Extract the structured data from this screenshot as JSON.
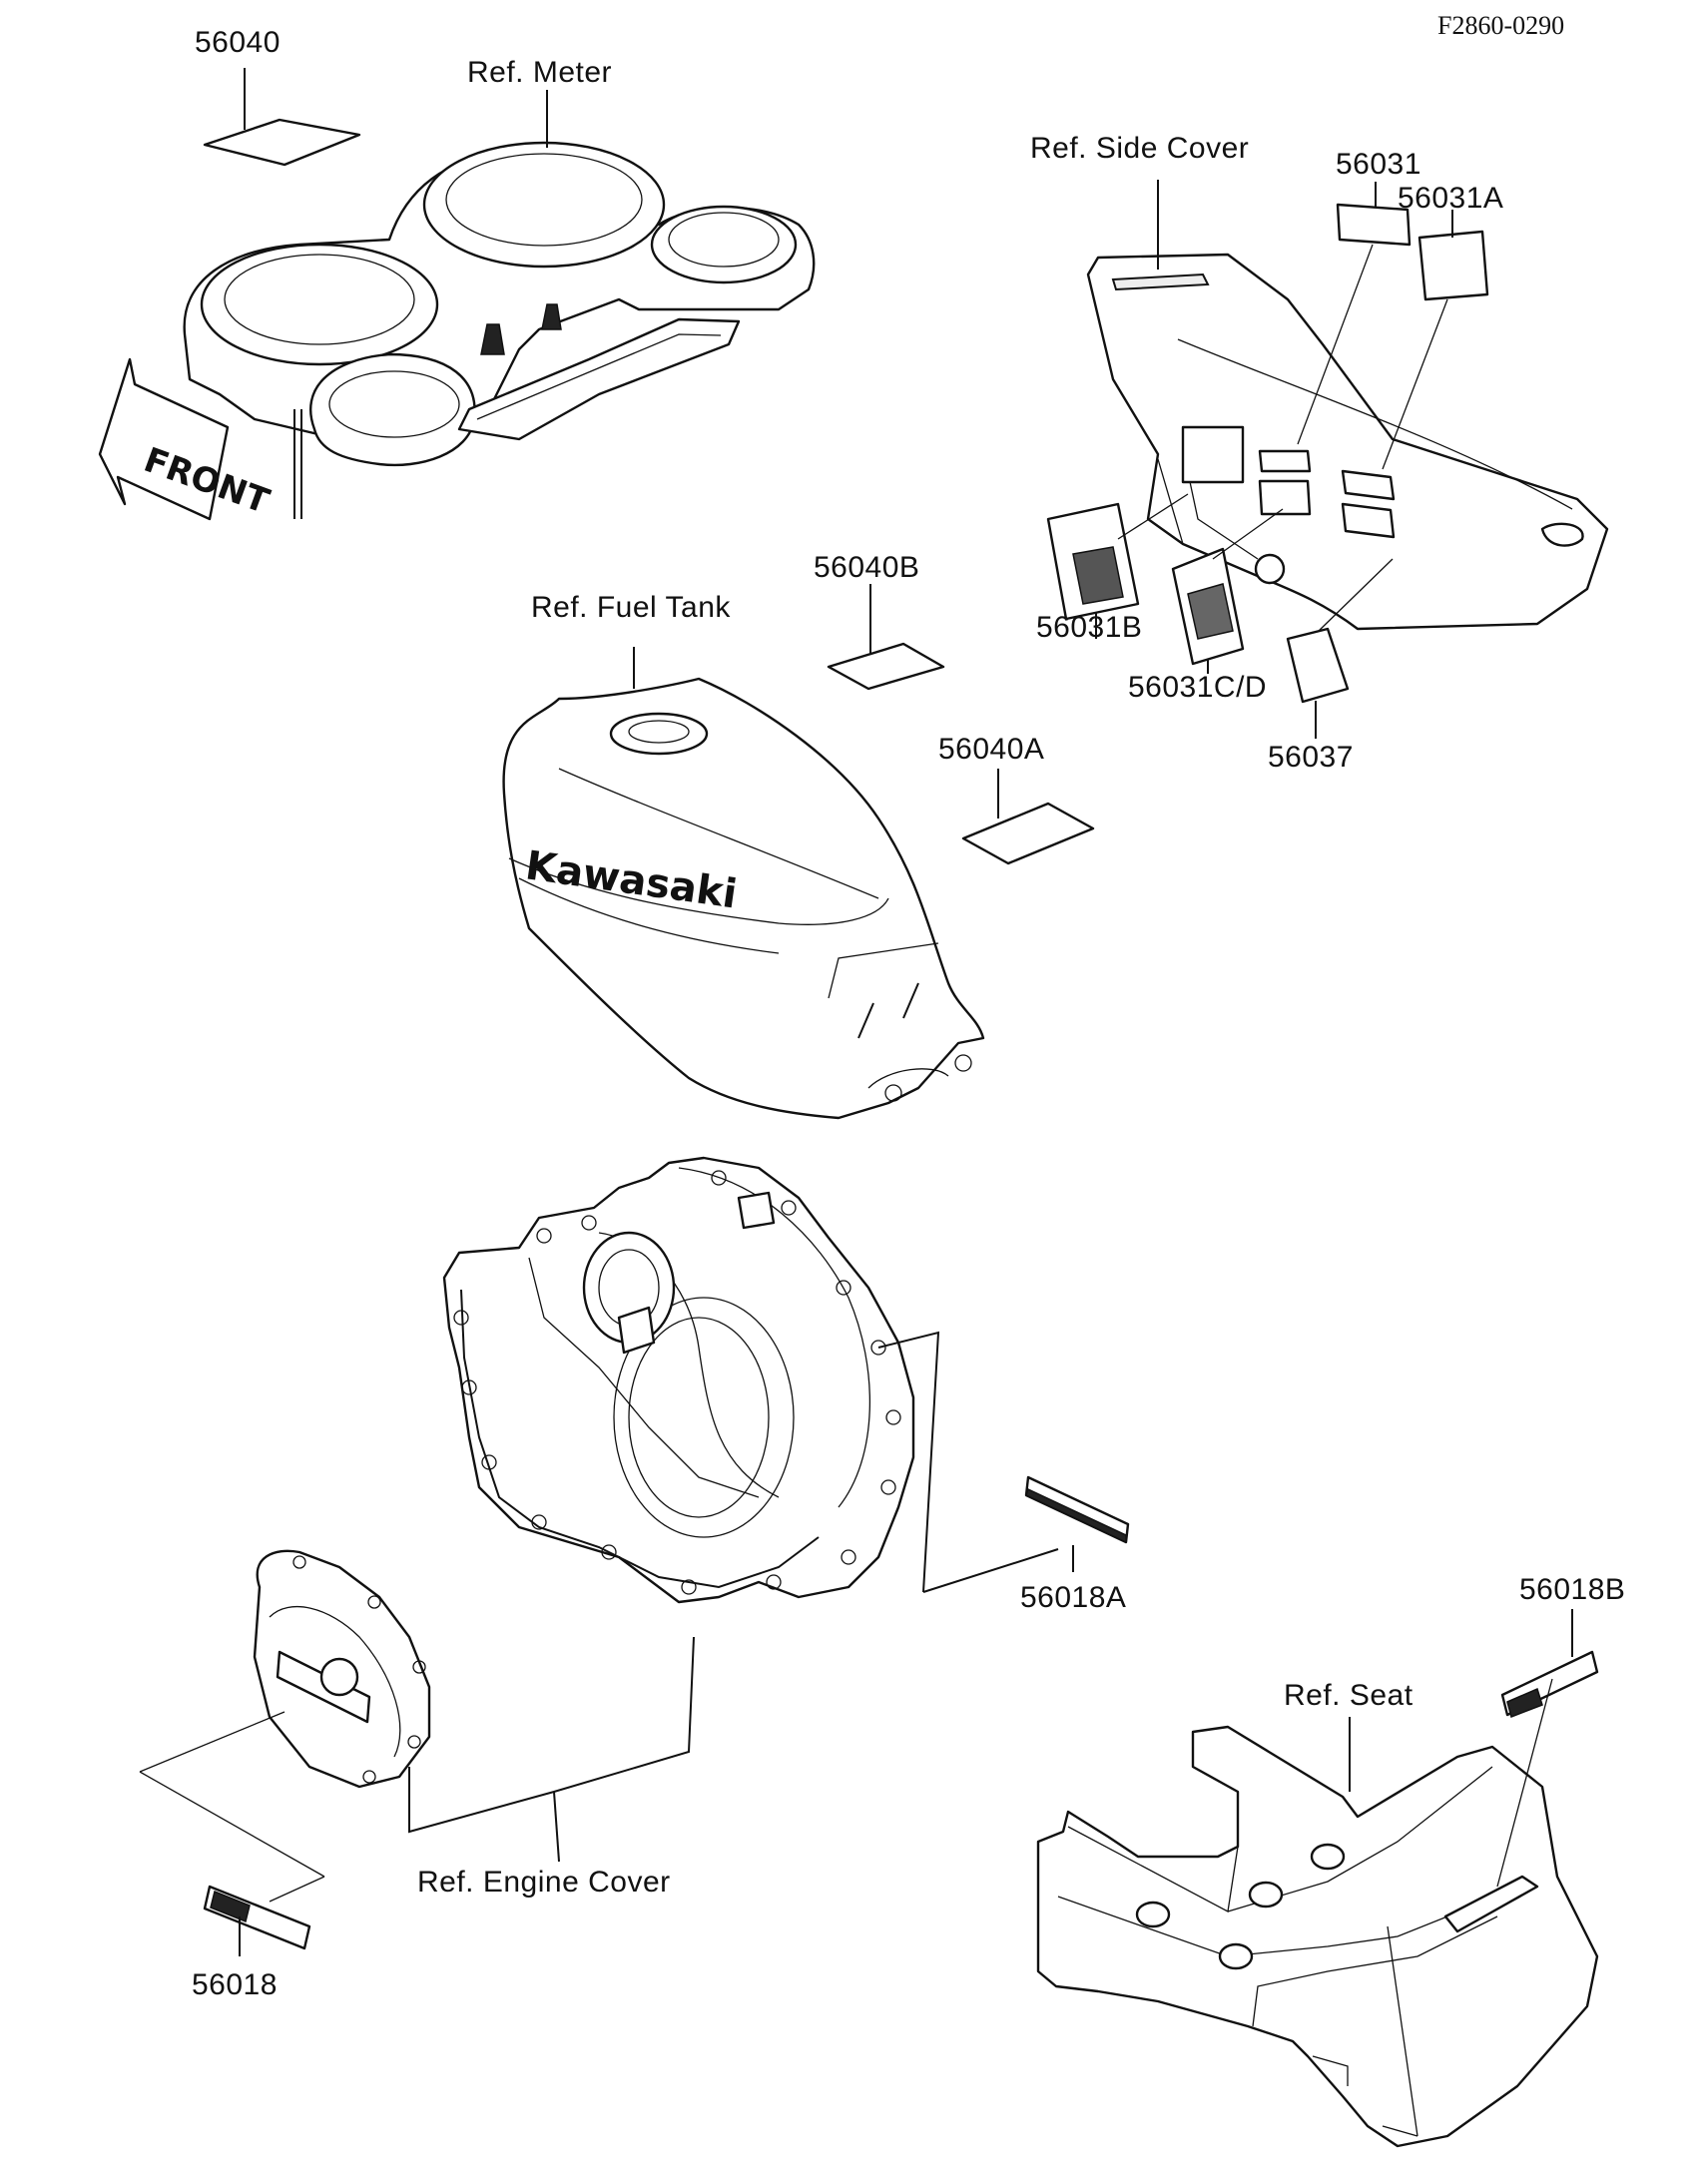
{
  "diagram_code": "F2860-0290",
  "labels": {
    "p56040": "56040",
    "ref_meter": "Ref. Meter",
    "front": "FRONT",
    "ref_fuel_tank": "Ref. Fuel Tank",
    "p56040B": "56040B",
    "p56040A": "56040A",
    "ref_side_cover": "Ref. Side Cover",
    "p56031": "56031",
    "p56031A": "56031A",
    "p56031B": "56031B",
    "p56031CD": "56031C/D",
    "p56037": "56037",
    "kawasaki": "Kawasaki",
    "p56018A": "56018A",
    "p56018B": "56018B",
    "ref_seat": "Ref. Seat",
    "ref_engine_cover": "Ref. Engine Cover",
    "p56018": "56018"
  }
}
